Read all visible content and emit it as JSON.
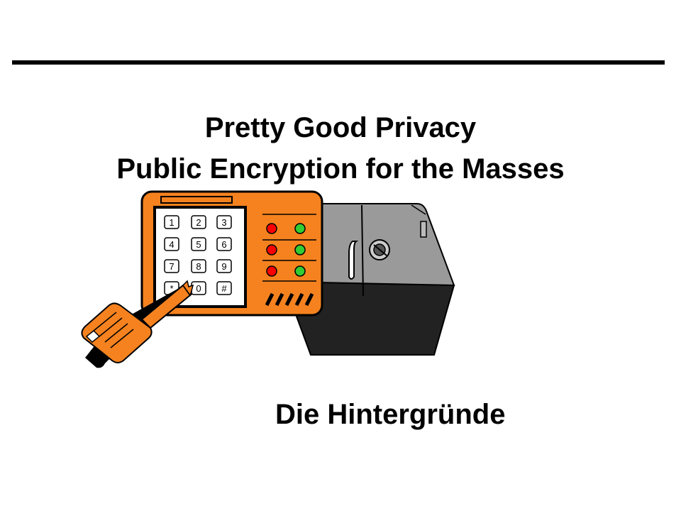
{
  "slide": {
    "title_line_1": "Pretty Good Privacy",
    "title_line_2": "Public Encryption for the Masses",
    "subtitle": "Die Hintergründe"
  },
  "keypad": {
    "keys": [
      "1",
      "2",
      "3",
      "4",
      "5",
      "6",
      "7",
      "8",
      "9",
      "*",
      "0",
      "#"
    ]
  },
  "colors": {
    "orange": "#f5821f",
    "safe_body": "#999999",
    "safe_dark": "#222222",
    "led_red": "#ff0000",
    "led_green": "#33cc33"
  }
}
